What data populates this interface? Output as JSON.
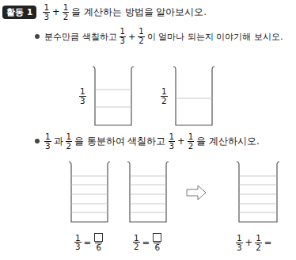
{
  "diagram": {
    "nodes": [
      {
        "text": [
          "활동 1"
        ]
      }
    ],
    "labels": [
      "1",
      "3",
      "+",
      "1",
      "2",
      "을 계산하는 방법을 알아보시오.",
      "분수만큼 색칠하고",
      "1",
      "3",
      "+",
      "1",
      "2",
      "이 얼마나 되는지 이야기해 보시오.",
      "1",
      "3",
      "1",
      "2",
      "1",
      "3",
      "과",
      "1",
      "2",
      "을 통분하여 색칠하고",
      "1",
      "3",
      "+",
      "1",
      "2",
      "을 계산하시오.",
      "1",
      "3",
      "=",
      "6",
      "1",
      "2",
      "=",
      "6",
      "1",
      "3",
      "+",
      "1",
      "2",
      "="
    ]
  }
}
